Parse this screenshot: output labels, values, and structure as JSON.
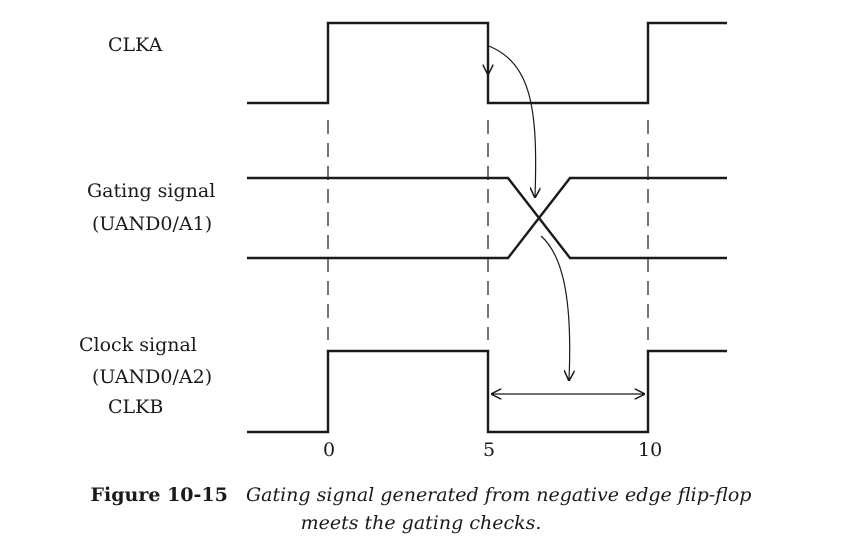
{
  "labels": {
    "clka": "CLKA",
    "gating_1": "Gating signal",
    "gating_2": "(UAND0/A1)",
    "clock_1": "Clock signal",
    "clock_2": "(UAND0/A2)",
    "clock_3": "CLKB"
  },
  "ticks": {
    "t0": "0",
    "t5": "5",
    "t10": "10"
  },
  "caption": {
    "figure": "Figure 10-15",
    "text_line1": "Gating signal generated from negative edge flip-flop",
    "text_line2": "meets the gating checks."
  }
}
